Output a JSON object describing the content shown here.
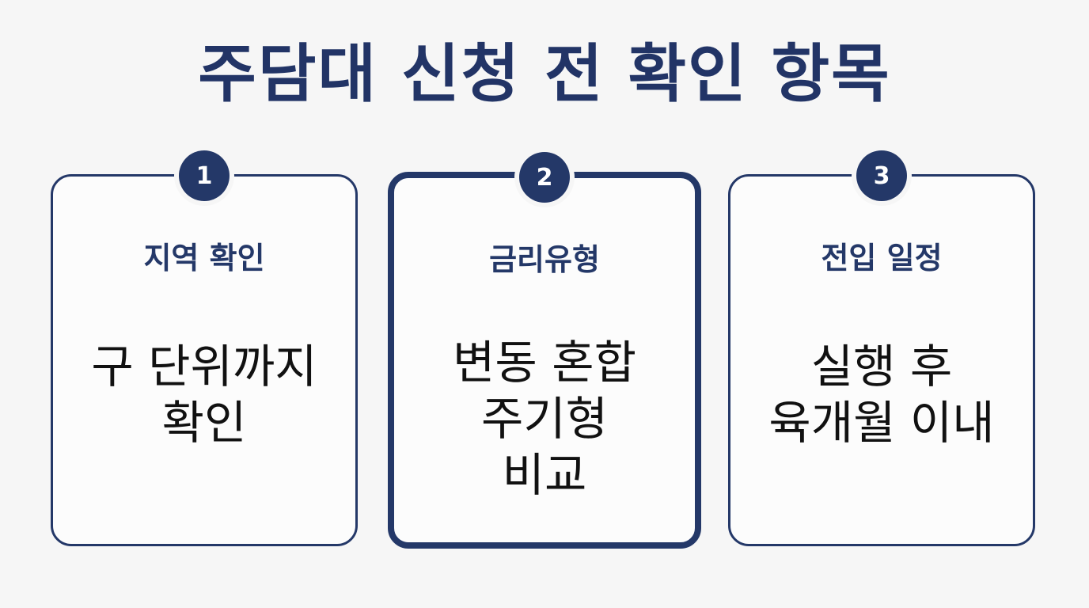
{
  "title": "주담대 신청 전 확인 항목",
  "cards": [
    {
      "number": "1",
      "heading": "지역 확인",
      "body_lines": [
        "구 단위까지",
        "확인"
      ]
    },
    {
      "number": "2",
      "heading": "금리유형",
      "body_lines": [
        "변동 혼합",
        "주기형",
        "비교"
      ]
    },
    {
      "number": "3",
      "heading": "전입 일정",
      "body_lines": [
        "실행 후",
        "육개월 이내"
      ]
    }
  ],
  "colors": {
    "navy": "#243868",
    "background": "#f6f6f6",
    "text": "#111111"
  }
}
